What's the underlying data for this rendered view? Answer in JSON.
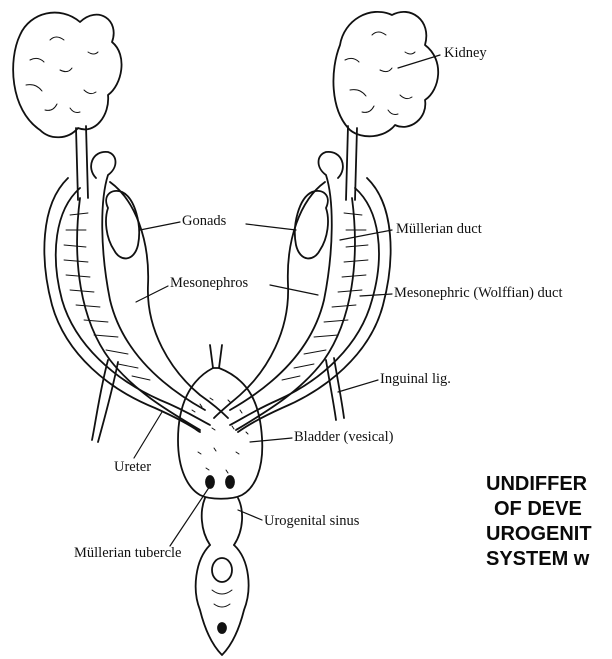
{
  "labels": {
    "kidney": "Kidney",
    "gonads": "Gonads",
    "mullerian_duct": "Müllerian duct",
    "mesonephros": "Mesonephros",
    "mesonephric_duct": "Mesonephric (Wolffian) duct",
    "inguinal_lig": "Inguinal lig.",
    "bladder": "Bladder (vesical)",
    "ureter": "Ureter",
    "mullerian_tubercle": "Müllerian tubercle",
    "urogenital_sinus": "Urogenital sinus"
  },
  "caption": {
    "line1": "UNDIFFER",
    "line2": "OF DEVE",
    "line3": "UROGENIT",
    "line4": "SYSTEM w"
  },
  "colors": {
    "ink": "#111111",
    "watermark": "#e6826e"
  }
}
